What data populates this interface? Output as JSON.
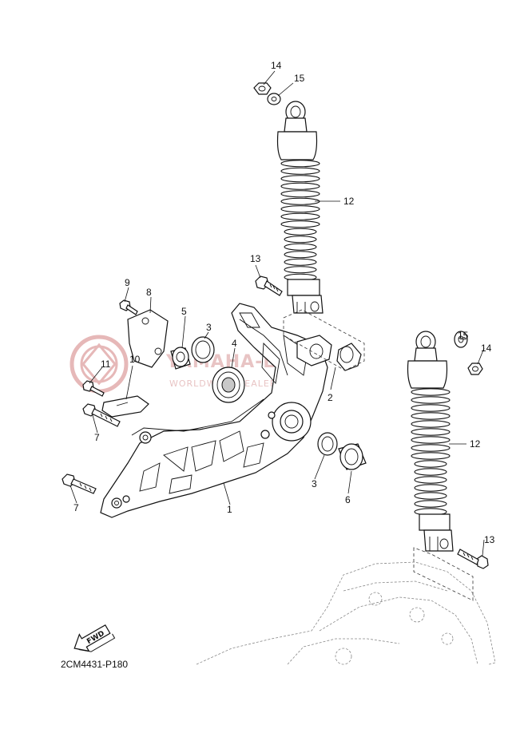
{
  "watermark": {
    "title": "YAMAHA-LEPAL",
    "subtitle": "WORLDWIDE DEALER YAMAHA"
  },
  "diagram_code": "2CM4431-P180",
  "fwd_label": "FWD",
  "callouts": {
    "c1": "1",
    "c2": "2",
    "c3a": "3",
    "c3b": "3",
    "c4": "4",
    "c5": "5",
    "c6": "6",
    "c7a": "7",
    "c7b": "7",
    "c8": "8",
    "c9": "9",
    "c10": "10",
    "c11": "11",
    "c12a": "12",
    "c12b": "12",
    "c13a": "13",
    "c13b": "13",
    "c14a": "14",
    "c14b": "14",
    "c15a": "15",
    "c15b": "15"
  },
  "colors": {
    "line": "#111111",
    "watermark": "#e8c4c4",
    "shade": "#c8c8c8"
  }
}
